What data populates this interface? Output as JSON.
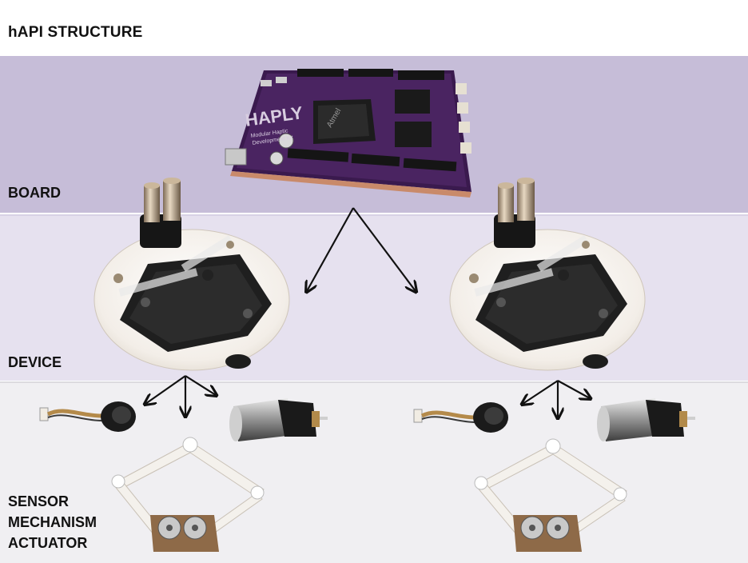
{
  "title": "hAPI STRUCTURE",
  "layers": {
    "board": {
      "label": "BOARD"
    },
    "device": {
      "label": "DEVICE"
    },
    "parts": {
      "lines": [
        "SENSOR",
        "MECHANISM",
        "ACTUATOR"
      ]
    }
  },
  "board_print": {
    "brand": "HAPLY",
    "subtitle_line1": "Modular Haptic",
    "subtitle_line2": "Development Kit",
    "chip": "Atmel"
  },
  "colors": {
    "board_band": "#c6bdd8",
    "device_band": "#e6e1ef",
    "parts_band": "#f0eff2",
    "pcb": "#4a2461",
    "arrow": "#111111"
  },
  "icons": [
    "pcb-board-icon",
    "haptic-device-icon",
    "encoder-sensor-icon",
    "dc-motor-icon",
    "linkage-mechanism-icon"
  ]
}
